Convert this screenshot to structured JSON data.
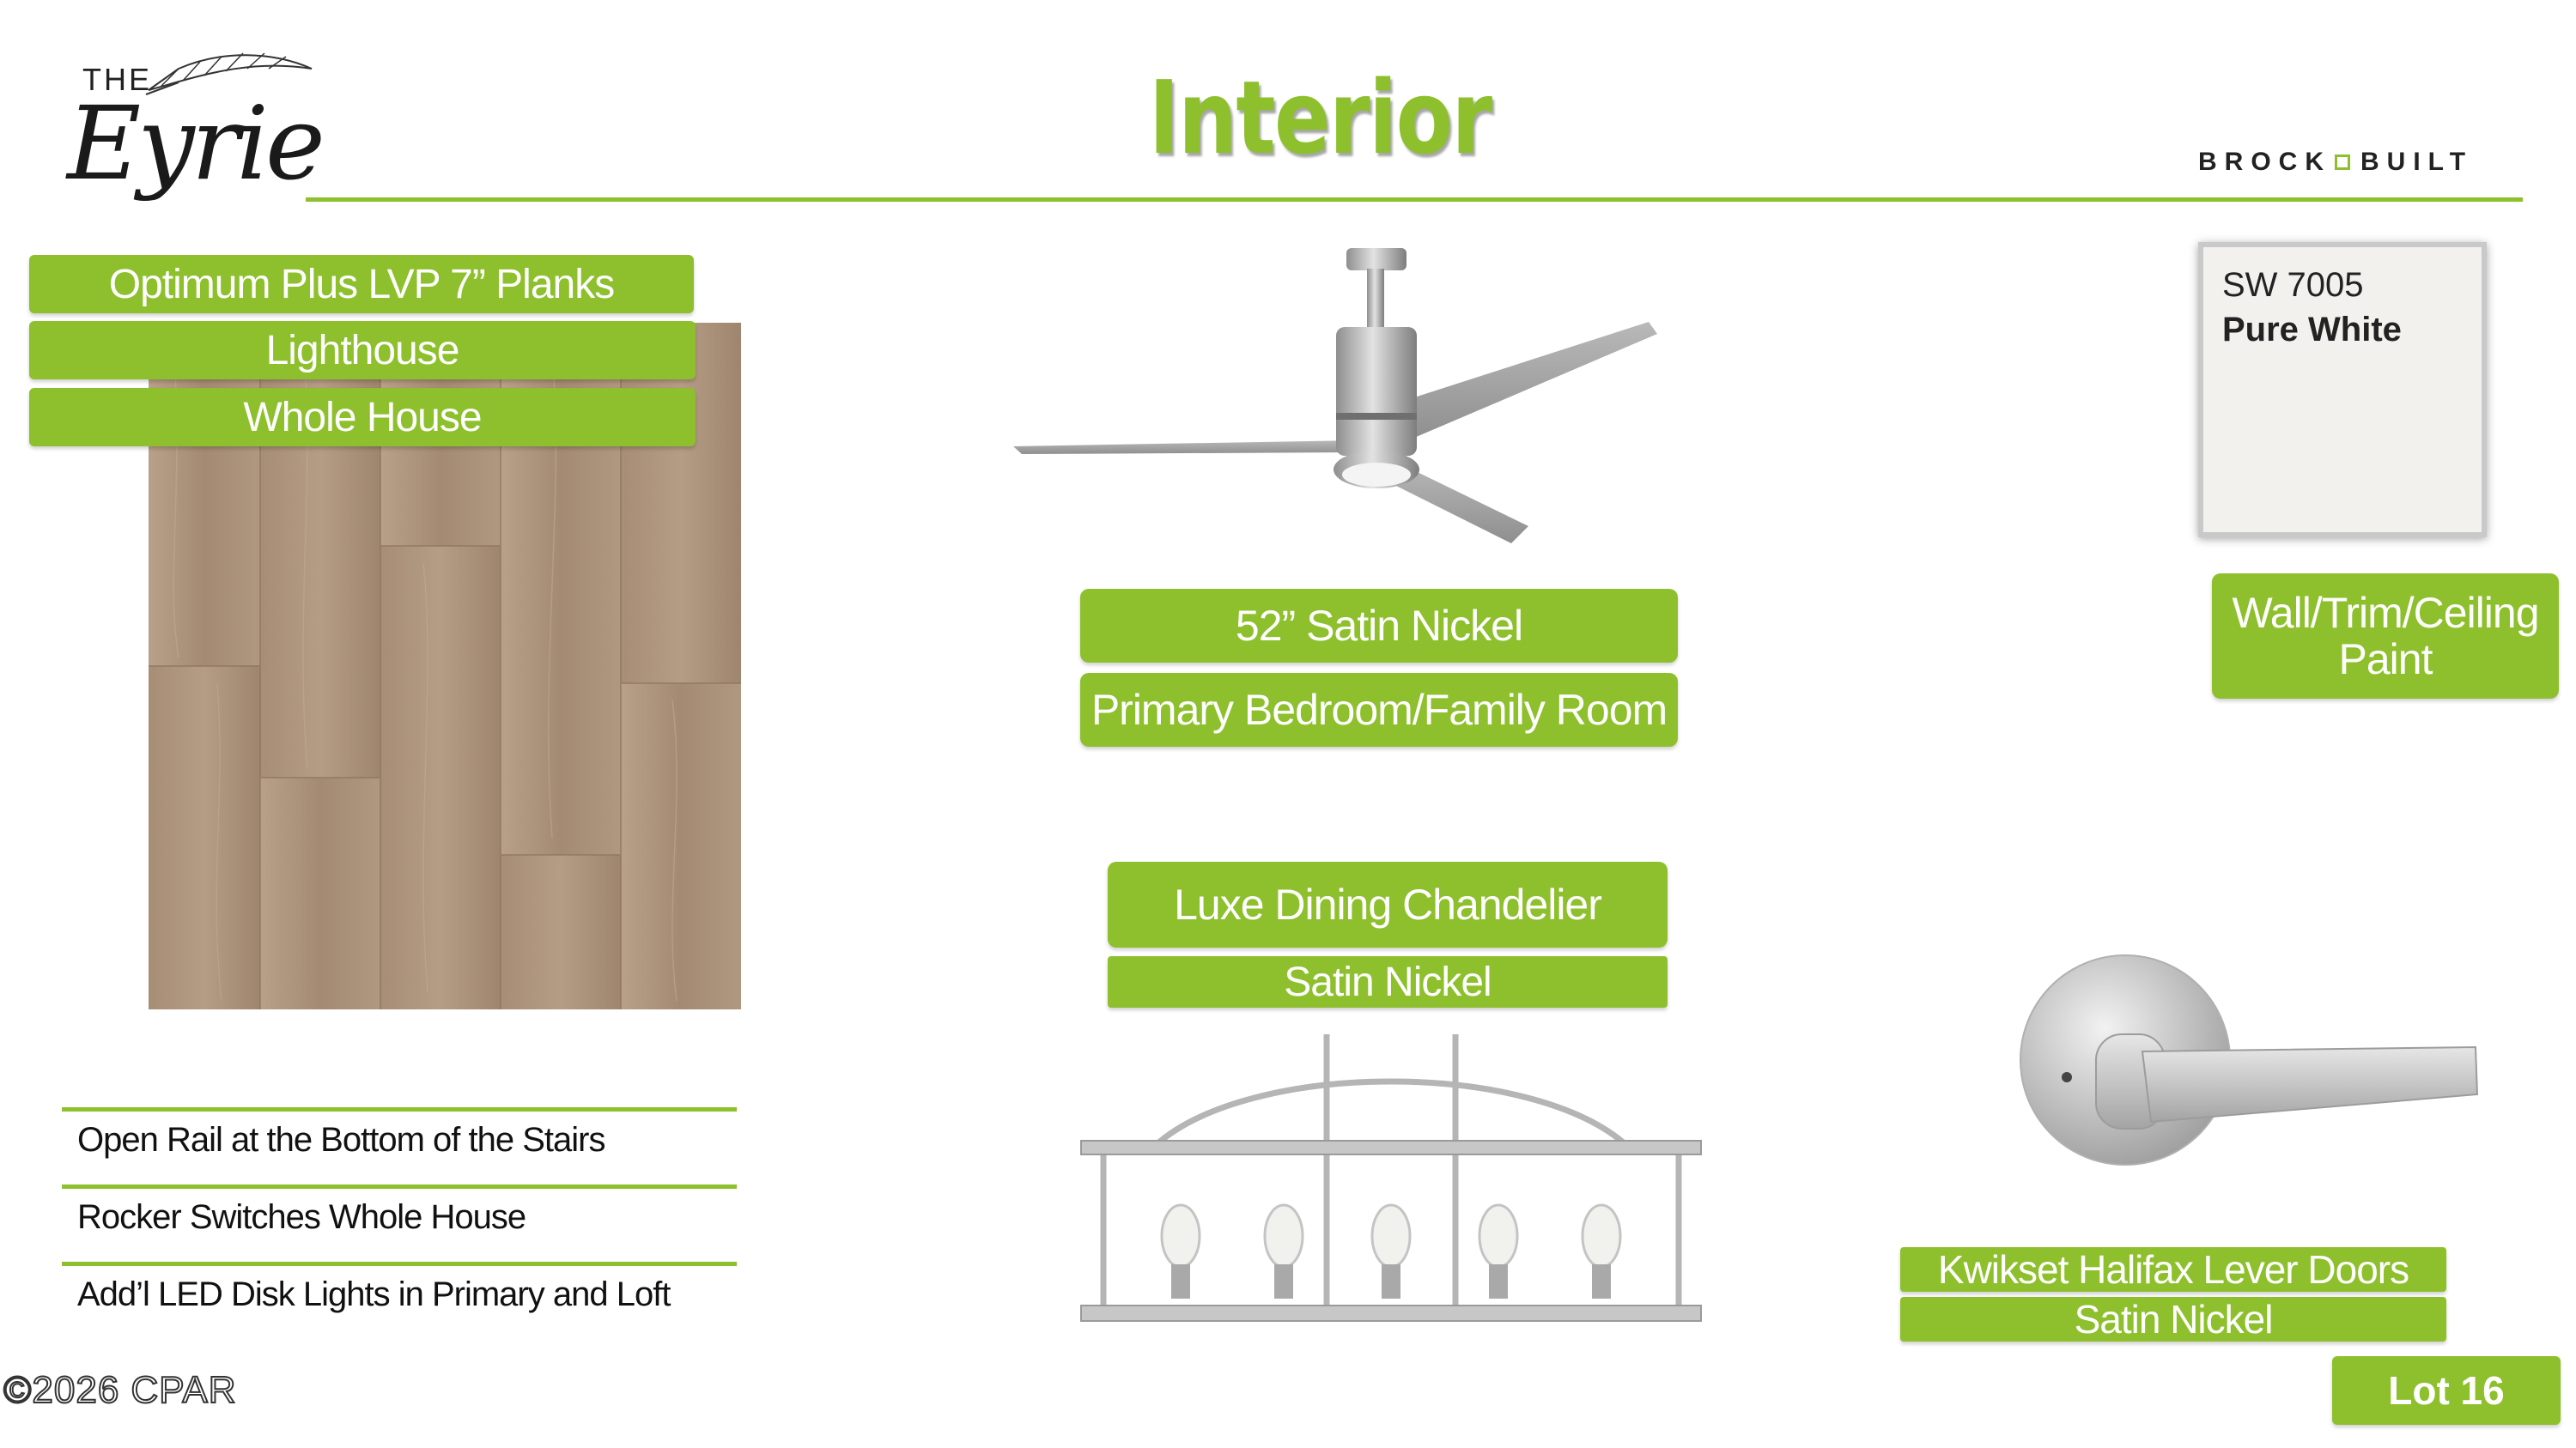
{
  "logo": {
    "small": "THE",
    "script": "Eyrie"
  },
  "page": {
    "title": "Interior"
  },
  "brand": {
    "left": "BROCK",
    "right": "BUILT"
  },
  "flooring": {
    "line1": "Optimum Plus LVP 7” Planks",
    "line2": "Lighthouse",
    "line3": "Whole House"
  },
  "fan": {
    "line1": "52” Satin Nickel",
    "line2": "Primary Bedroom/Family Room"
  },
  "paint": {
    "code": "SW 7005",
    "name": "Pure White",
    "label": "Wall/Trim/Ceiling Paint"
  },
  "chandelier": {
    "line1": "Luxe Dining Chandelier",
    "line2": "Satin Nickel"
  },
  "hardware": {
    "line1": "Kwikset Halifax Lever Doors",
    "line2": "Satin Nickel"
  },
  "features": [
    "Open Rail at the Bottom of the Stairs",
    "Rocker Switches Whole House",
    "Add’l LED Disk Lights in Primary and Loft"
  ],
  "footer": {
    "copyright": "©2026 CPAR",
    "lot": "Lot 16"
  },
  "colors": {
    "accent": "#8dc02c"
  }
}
